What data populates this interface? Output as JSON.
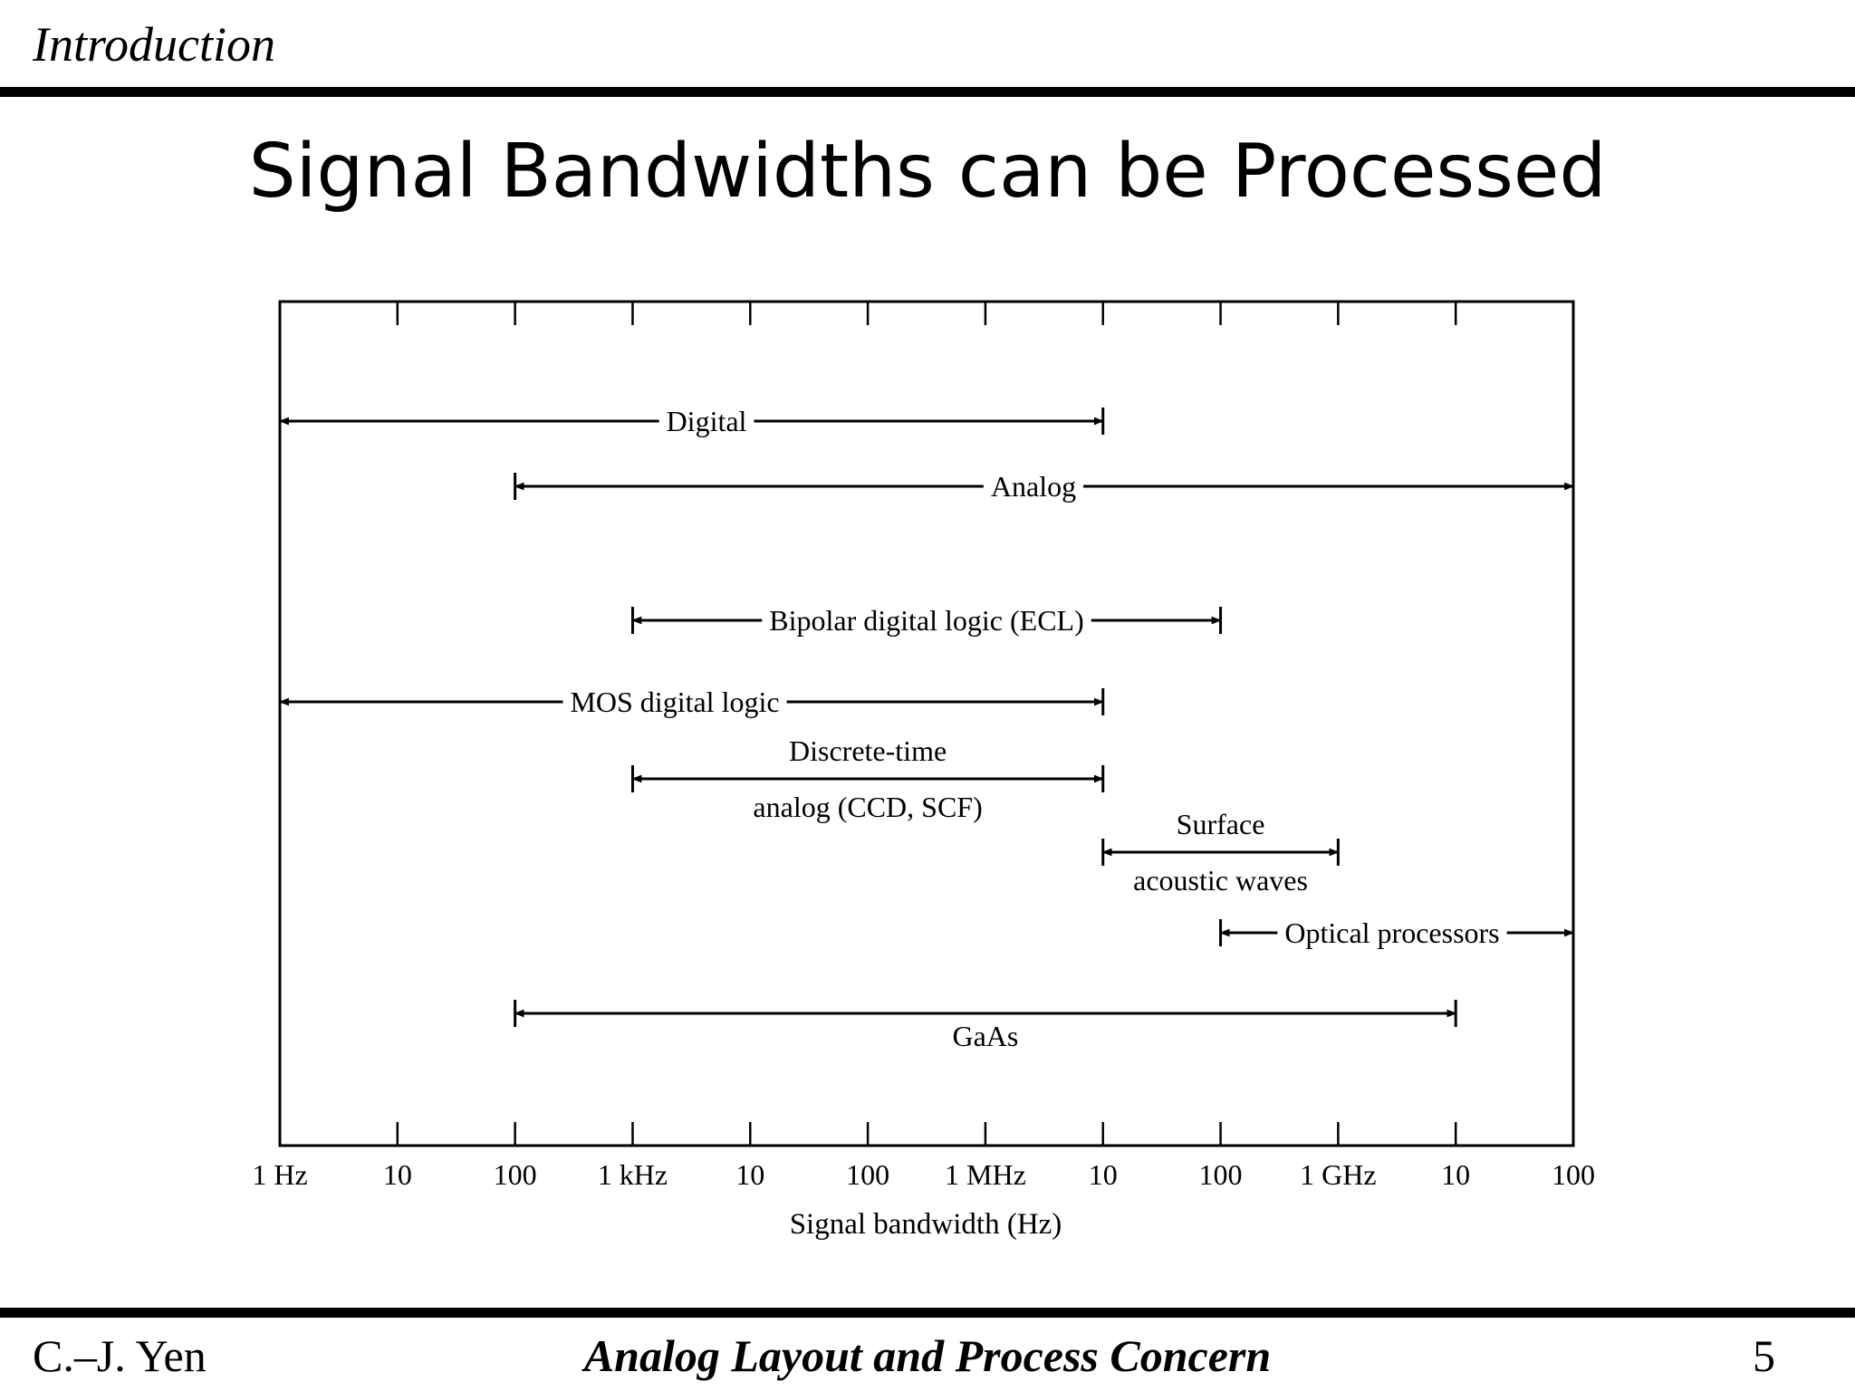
{
  "header": {
    "section": "Introduction"
  },
  "slide": {
    "title": "Signal Bandwidths can be Processed"
  },
  "footer": {
    "author": "C.–J. Yen",
    "course": "Analog Layout and Process Concern",
    "page": "5"
  },
  "chart_data": {
    "type": "range-bar",
    "xlabel": "Signal bandwidth (Hz)",
    "x_scale": "log10",
    "xlim": [
      1,
      100000000000
    ],
    "tick_values": [
      1,
      10,
      100,
      1000,
      10000,
      100000,
      1000000,
      10000000,
      100000000,
      1000000000,
      10000000000,
      100000000000
    ],
    "tick_labels": [
      "1 Hz",
      "10",
      "100",
      "1 kHz",
      "10",
      "100",
      "1 MHz",
      "10",
      "100",
      "1 GHz",
      "10",
      "100"
    ],
    "grid": false,
    "ranges": [
      {
        "label": "Digital",
        "start": 1,
        "end": 10000000,
        "start_open": true,
        "end_open": false
      },
      {
        "label": "Analog",
        "start": 100,
        "end": 100000000000,
        "start_open": false,
        "end_open": true
      },
      {
        "label": "Bipolar digital logic (ECL)",
        "start": 1000,
        "end": 100000000,
        "start_open": false,
        "end_open": false
      },
      {
        "label": "MOS digital logic",
        "start": 1,
        "end": 10000000,
        "start_open": true,
        "end_open": false
      },
      {
        "label": "Discrete-time",
        "label2": "analog (CCD, SCF)",
        "start": 1000,
        "end": 10000000,
        "start_open": false,
        "end_open": false
      },
      {
        "label": "Surface",
        "label2": "acoustic waves",
        "start": 10000000,
        "end": 1000000000,
        "start_open": false,
        "end_open": false
      },
      {
        "label": "Optical processors",
        "start": 100000000,
        "end": 100000000000,
        "start_open": false,
        "end_open": true
      },
      {
        "label": "GaAs",
        "start": 100,
        "end": 10000000000,
        "start_open": false,
        "end_open": false
      }
    ]
  }
}
